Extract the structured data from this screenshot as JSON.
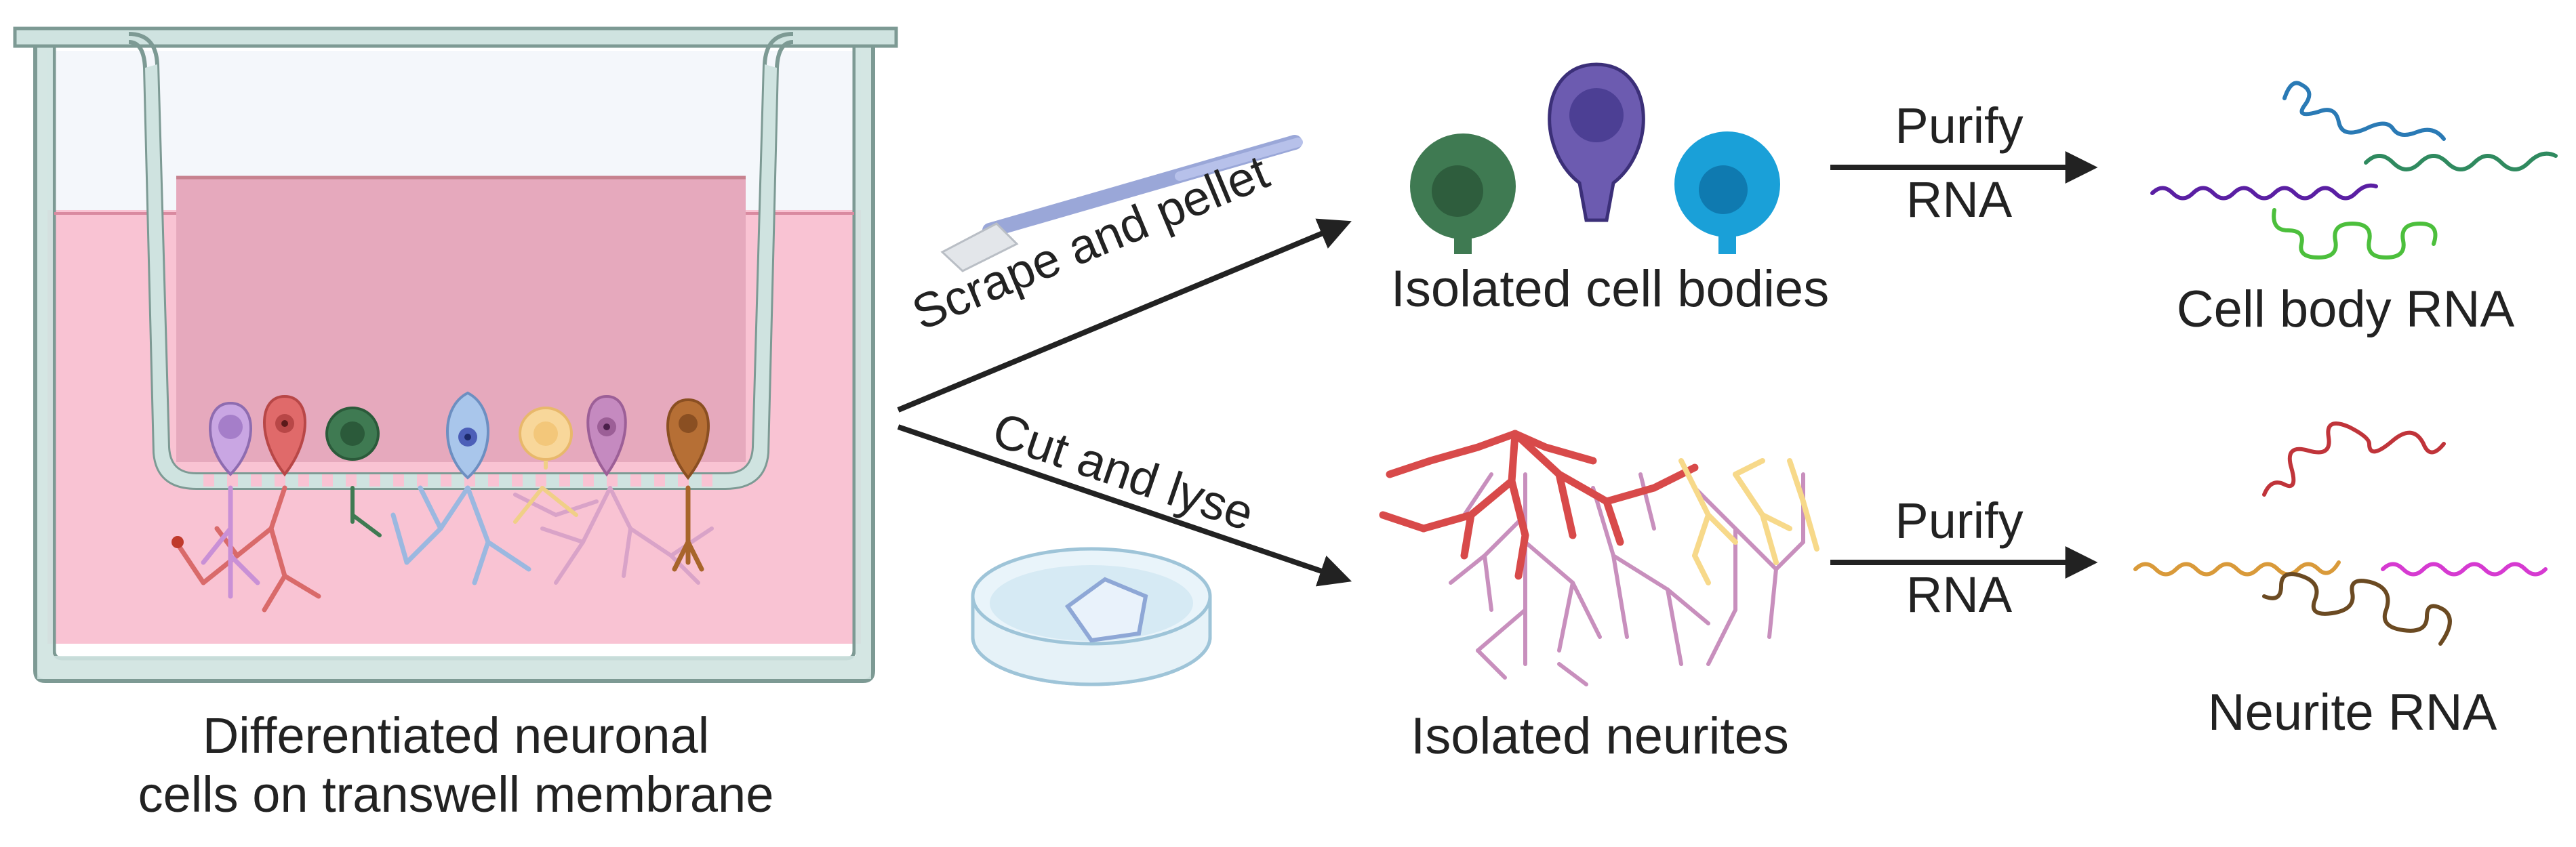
{
  "transwell": {
    "caption_line1": "Differentiated neuronal",
    "caption_line2": "cells on transwell membrane"
  },
  "upper_path": {
    "arrow_label": "Scrape and pellet",
    "product_label": "Isolated cell bodies",
    "step_line1": "Purify",
    "step_line2": "RNA",
    "result_label": "Cell body RNA"
  },
  "lower_path": {
    "arrow_label": "Cut and lyse",
    "product_label": "Isolated neurites",
    "step_line1": "Purify",
    "step_line2": "RNA",
    "result_label": "Neurite RNA"
  },
  "colors": {
    "medium": "#f9c3d3",
    "insert_medium": "#e6a9bd",
    "vessel_wall": "#cfe3e0",
    "vessel_outline": "#7d9a94",
    "arrow": "#222222"
  }
}
